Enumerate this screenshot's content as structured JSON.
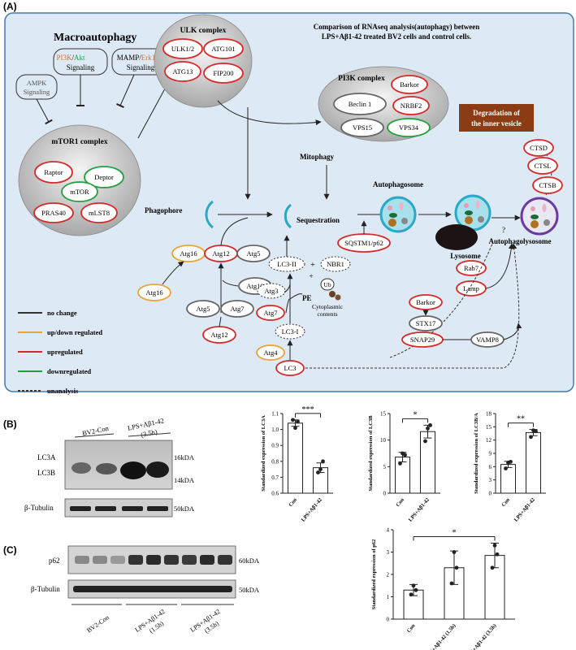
{
  "panel_labels": {
    "a": "(A)",
    "b": "(B)",
    "c": "(C)"
  },
  "colors": {
    "no_change": "#333333",
    "up_down": "#e8a33c",
    "up": "#d42a2a",
    "down": "#22a040",
    "panel_bg": "#dde9f4",
    "panel_border": "#4a79ad",
    "complex_fill": "#d5d5d5",
    "degradation_box": "#8b3c14",
    "pi3k_text": "#e07020",
    "akt_text": "#22a040",
    "erk_text": "#e07020"
  },
  "diagram": {
    "title_line1": "Comparison of RNAseq analysis(autophagy) between",
    "title_line2": "LPS+Aβ1-42 treated BV2 cells and control cells.",
    "macroautophagy": "Macroautophagy",
    "signals": {
      "pi3k": "PI3K",
      "slash": "/",
      "akt": "Akt",
      "signaling": "Signaling",
      "mamp": "MAMP/",
      "erk": "Erk1/2",
      "ampk": "AMPK",
      "ampk_signaling": "Signaling"
    },
    "ulk": {
      "title": "ULK complex",
      "ulk12": "ULK1/2",
      "atg101": "ATG101",
      "atg13": "ATG13",
      "fip200": "FIP200"
    },
    "pi3k_complex": {
      "title": "PI3K complex",
      "barkor": "Barkor",
      "beclin": "Beclin 1",
      "nrbf2": "NRBF2",
      "vps15": "VPS15",
      "vps34": "VPS34"
    },
    "mtor": {
      "title": "mTOR1 complex",
      "raptor": "Raptor",
      "deptor": "Deptor",
      "mtor": "mTOR",
      "pras40": "PRAS40",
      "mlst8": "mLST8"
    },
    "degradation_line1": "Degradation of",
    "degradation_line2": "the inner vesicle",
    "cathepsins": {
      "ctsd": "CTSD",
      "ctsl": "CTSL",
      "ctsb": "CTSB"
    },
    "labels": {
      "mitophagy": "Mitophagy",
      "autophagosome": "Autophagosome",
      "phagophore": "Phagophore",
      "sequestration": "Sequestration",
      "lysosome": "Lysosome",
      "autophagolysosome": "Autophagolysosome",
      "pe": "PE",
      "plus": "+",
      "cytoplasmic_line1": "Cytoplasmic",
      "cytoplasmic_line2": "contents",
      "question": "?"
    },
    "nodes": {
      "sqstm1": "SQSTM1/p62",
      "atg16a": "Atg16",
      "atg12a": "Atg12",
      "atg5a": "Atg5",
      "atg10": "Atg10",
      "atg16b": "Atg16",
      "atg5b": "Atg5",
      "atg7a": "Atg7",
      "atg12b": "Atg12",
      "lc3ii": "LC3-II",
      "nbr1": "NBR1",
      "ub": "Ub",
      "atg3": "Atg3",
      "atg7b": "Atg7",
      "lc3i": "LC3-I",
      "atg4": "Atg4",
      "lc3": "LC3",
      "rab7": "Rab7",
      "lamp": "Lamp",
      "barkor2": "Barkor",
      "stx17": "STX17",
      "snap29": "SNAP29",
      "vamp8": "VAMP8"
    },
    "legend": [
      {
        "label": "no change",
        "color": "#333333",
        "dashed": false
      },
      {
        "label": "up/down regulated",
        "color": "#e8a33c",
        "dashed": false
      },
      {
        "label": "upregulated",
        "color": "#d42a2a",
        "dashed": false
      },
      {
        "label": "downregulated",
        "color": "#22a040",
        "dashed": false
      },
      {
        "label": "unanalysis",
        "color": "#333333",
        "dashed": true
      }
    ]
  },
  "blot_b": {
    "group1": "BV2-Con",
    "group2_line1": "LPS+Aβ1-42",
    "group2_line2": "(3.5h)",
    "lc3a": "LC3A",
    "lc3b": "LC3B",
    "tubulin": "β-Tubulin",
    "kda16": "16kDA",
    "kda14": "14kDA",
    "kda50": "50kDA"
  },
  "blot_c": {
    "p62": "p62",
    "tubulin": "β-Tubulin",
    "kda60": "60kDA",
    "kda50": "50kDA",
    "group1": "BV2-Con",
    "group2_line1": "LPS+Aβ1-42",
    "group2_line2": "(1.5h)",
    "group3_line1": "LPS+Aβ1-42",
    "group3_line2": "(3.5h)"
  },
  "chart_data": [
    {
      "type": "bar",
      "ylabel": "Standardized expression of LC3A",
      "categories": [
        "Con",
        "LPS+Aβ1-42"
      ],
      "values": [
        1.04,
        0.76
      ],
      "errors": [
        0.02,
        0.03
      ],
      "points": [
        [
          1.06,
          1.01,
          1.05
        ],
        [
          0.73,
          0.75,
          0.8
        ]
      ],
      "ylim": [
        0.6,
        1.1
      ],
      "yticks": [
        "0.6",
        "0.7",
        "0.8",
        "0.9",
        "1.0",
        "1.1"
      ],
      "significance": "***"
    },
    {
      "type": "bar",
      "ylabel": "Standardized expression of LC3B",
      "categories": [
        "Con",
        "LPS+Aβ1-42"
      ],
      "values": [
        6.8,
        11.6
      ],
      "errors": [
        0.9,
        1.2
      ],
      "points": [
        [
          5.6,
          7.5,
          7.2
        ],
        [
          9.8,
          12.2,
          12.8
        ]
      ],
      "ylim": [
        0,
        15
      ],
      "yticks": [
        "0",
        "5",
        "10",
        "15"
      ],
      "significance": "*"
    },
    {
      "type": "bar",
      "ylabel": "Standardized expression of LC3B/A",
      "categories": [
        "Con",
        "LPS+Aβ1-42"
      ],
      "values": [
        6.5,
        13.7
      ],
      "errors": [
        0.7,
        0.7
      ],
      "points": [
        [
          5.6,
          6.9,
          7.1
        ],
        [
          12.7,
          14.2,
          14.0
        ]
      ],
      "ylim": [
        0,
        18
      ],
      "yticks": [
        "0",
        "3",
        "6",
        "9",
        "12",
        "15",
        "18"
      ],
      "significance": "**"
    },
    {
      "type": "bar",
      "ylabel": "Standardized expression of p62",
      "categories": [
        "Con",
        "LPS+Aβ1-42 (1.5h)",
        "LPS+Aβ1-42 (3.5h)"
      ],
      "values": [
        1.3,
        2.3,
        2.85
      ],
      "errors": [
        0.25,
        0.75,
        0.55
      ],
      "points": [
        [
          1.1,
          1.5,
          1.3
        ],
        [
          1.6,
          3.0,
          2.3
        ],
        [
          2.3,
          3.3,
          2.9
        ]
      ],
      "ylim": [
        0,
        4
      ],
      "yticks": [
        "0",
        "1",
        "2",
        "3",
        "4"
      ],
      "significance": "*"
    }
  ]
}
